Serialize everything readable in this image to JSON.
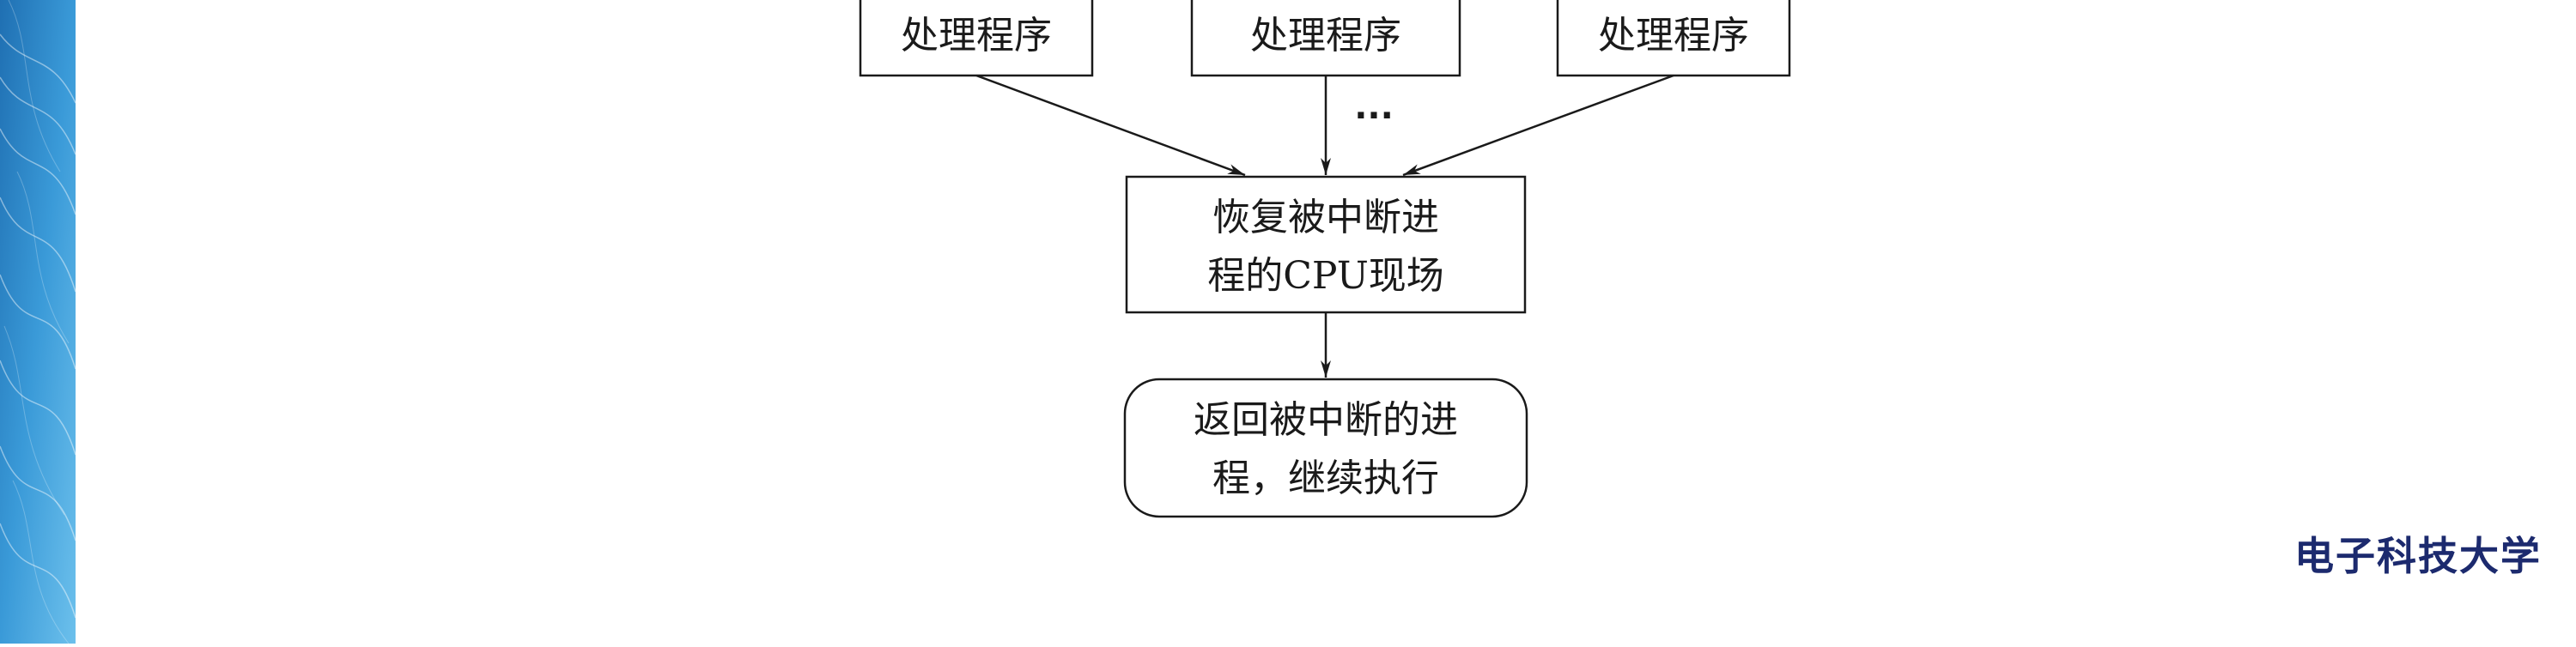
{
  "theme": {
    "band_dark": "#1f6fb2",
    "band_light": "#6cc0ec",
    "line_color": "#1a1a1a",
    "org_color": "#1c2a6e"
  },
  "diagram": {
    "handlers": [
      {
        "label": "处理程序"
      },
      {
        "label": "处理程序"
      },
      {
        "label": "处理程序"
      }
    ],
    "handler_dots": "···",
    "arrow_dots": "···",
    "restore": {
      "lines": [
        "恢复被中断进",
        "程的CPU现场"
      ]
    },
    "return": {
      "lines": [
        "返回被中断的进",
        "程，继续执行"
      ]
    }
  },
  "footer": {
    "org_name": "电子科技大学"
  }
}
